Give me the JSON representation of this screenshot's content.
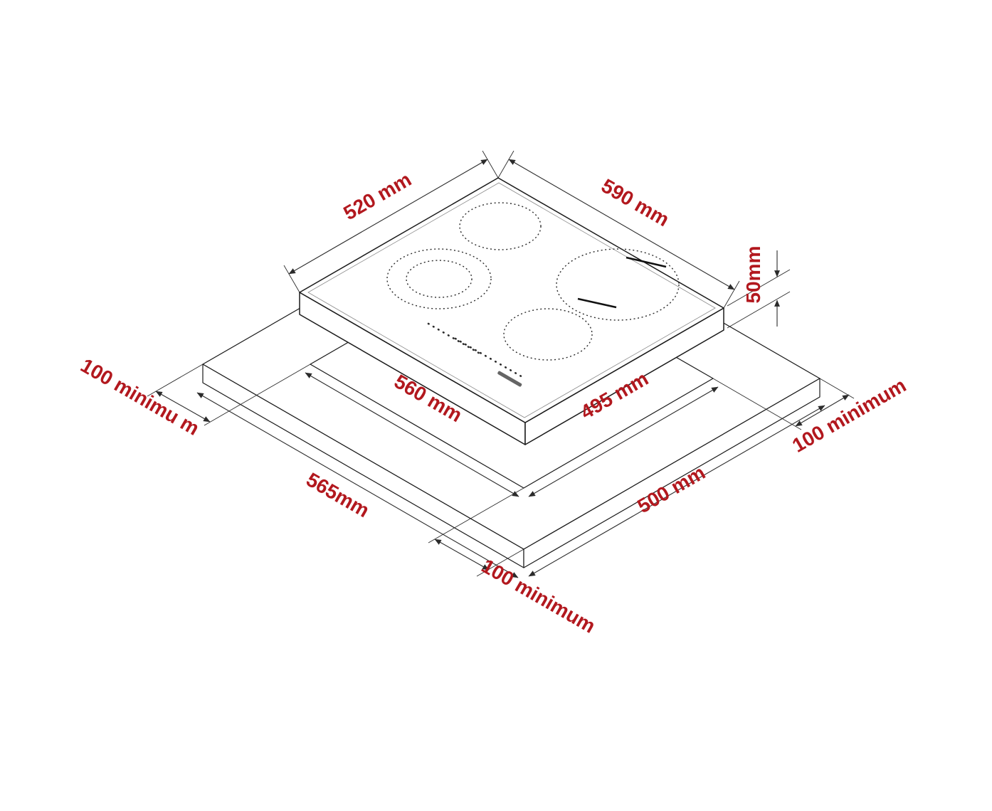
{
  "colors": {
    "dimension": "#b2181e",
    "line": "#1a1a1a"
  },
  "labels": {
    "hob_depth": "520 mm",
    "hob_width": "590 mm",
    "hob_height": "50mm",
    "cutout_width": "560 mm",
    "cutout_depth": "495 mm",
    "counter_edge_left": "565mm",
    "counter_edge_right": "500 mm",
    "clearance_left": "100 minimu m",
    "clearance_right": "100 minimum",
    "clearance_front": "100 minimum"
  }
}
